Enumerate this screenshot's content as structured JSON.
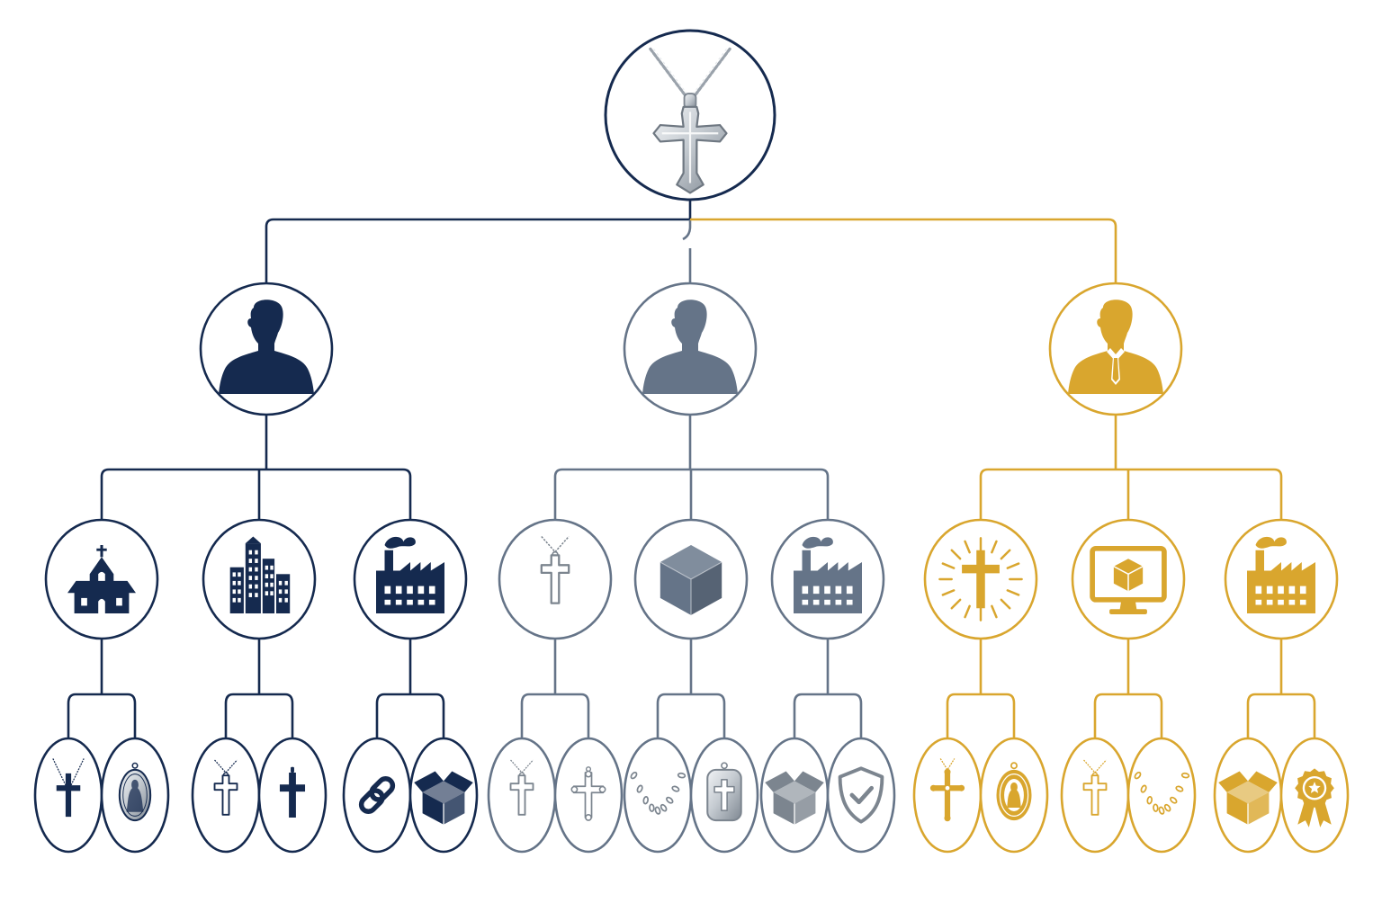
{
  "colors": {
    "navy": "#152a4f",
    "slate": "#657488",
    "gold": "#d9a62e",
    "silver_light": "#e4e7eb",
    "silver_mid": "#b3bac2",
    "silver_dark": "#7c858f",
    "background": "#ffffff"
  },
  "root": {
    "icon": "cross-pendant-necklace-icon"
  },
  "branches": [
    {
      "color": "navy",
      "person_icon": "person-silhouette-icon",
      "categories": [
        {
          "icon": "church-icon",
          "leaves": [
            "cross-necklace-icon",
            "miraculous-medal-icon"
          ]
        },
        {
          "icon": "city-buildings-icon",
          "leaves": [
            "cross-pendant-icon",
            "solid-cross-pendant-icon"
          ]
        },
        {
          "icon": "factory-icon",
          "leaves": [
            "chain-link-icon",
            "package-box-icon"
          ]
        }
      ]
    },
    {
      "color": "slate",
      "person_icon": "person-silhouette-icon",
      "categories": [
        {
          "icon": "cross-pendant-icon",
          "leaves": [
            "cross-pendant-icon",
            "ornate-cross-icon"
          ]
        },
        {
          "icon": "cube-icon",
          "leaves": [
            "chain-icon",
            "cross-dog-tag-icon"
          ]
        },
        {
          "icon": "factory-icon",
          "leaves": [
            "package-box-icon",
            "shield-check-icon"
          ]
        }
      ]
    },
    {
      "color": "gold",
      "person_icon": "businessman-silhouette-icon",
      "categories": [
        {
          "icon": "radiant-cross-icon",
          "leaves": [
            "ornate-cross-pendant-icon",
            "saint-medallion-icon"
          ]
        },
        {
          "icon": "monitor-box-icon",
          "leaves": [
            "cross-pendant-icon",
            "chain-icon"
          ]
        },
        {
          "icon": "factory-icon",
          "leaves": [
            "package-box-icon",
            "award-ribbon-icon"
          ]
        }
      ]
    }
  ]
}
